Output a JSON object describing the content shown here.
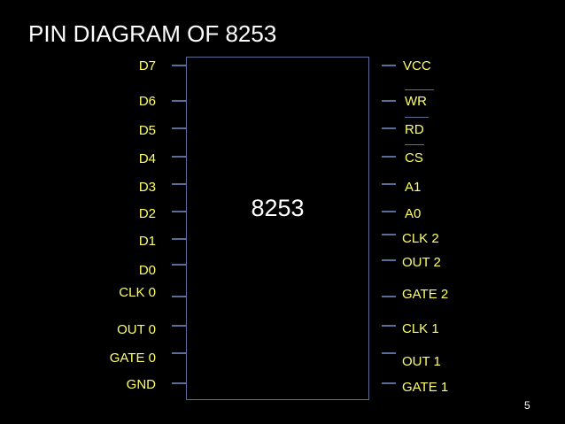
{
  "title": "PIN DIAGRAM OF 8253",
  "chip": {
    "label": "8253"
  },
  "left_pins": [
    "D7",
    "D6",
    "D5",
    "D4",
    "D3",
    "D2",
    "D1",
    "D0",
    "CLK 0",
    "OUT 0",
    "GATE 0",
    "GND"
  ],
  "right_pins": [
    "VCC",
    "WR",
    "RD",
    "CS",
    "A1",
    "A0",
    "CLK 2",
    "OUT 2",
    "GATE 2",
    "CLK 1",
    "OUT 1",
    "GATE 1"
  ],
  "active_low_pins": [
    "WR",
    "RD",
    "CS"
  ],
  "page_number": "5",
  "colors": {
    "background": "#000000",
    "pin_label": "#ffff66",
    "outline": "#5a6e97",
    "text": "#ffffff"
  }
}
